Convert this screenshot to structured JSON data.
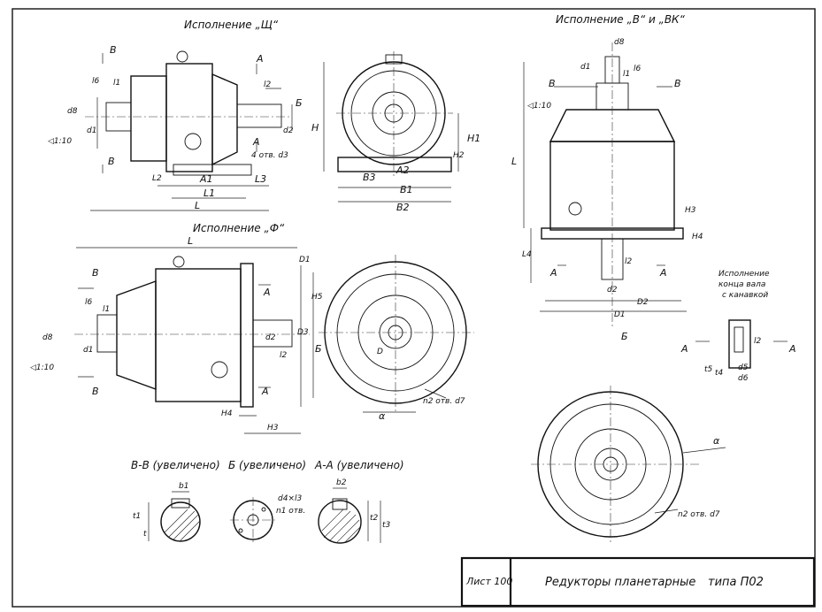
{
  "views": {
    "shch": {
      "title": "Исполнение „Щ“"
    },
    "v_vk": {
      "title": "Исполнение „В“ и „ВК“"
    },
    "f": {
      "title": "Исполнение „Ф“"
    },
    "shaft_end": {
      "title_line1": "Исполнение",
      "title_line2": "конца вала",
      "title_line3": "с канавкой"
    }
  },
  "sections": {
    "vv": "В-В (увеличено)",
    "b": "Б (увеличено)",
    "aa": "А-А (увеличено)"
  },
  "dims": {
    "shch": [
      "В",
      "В",
      "А",
      "А",
      "Б",
      "l6",
      "l1",
      "l2",
      "d8",
      "d1",
      "d2",
      "H",
      "H1",
      "H2",
      "A1",
      "A2",
      "B3",
      "B1",
      "B2",
      "L2",
      "L1",
      "L3",
      "L",
      "◁1:10",
      "4 отв. d3"
    ],
    "v_vk": [
      "d8",
      "d1",
      "l1",
      "l6",
      "В",
      "В",
      "◁1:10",
      "L",
      "H3",
      "H4",
      "L4",
      "l2",
      "А",
      "А",
      "d2",
      "D2",
      "D1",
      "Б"
    ],
    "f": [
      "L",
      "D1",
      "В",
      "В",
      "А",
      "А",
      "Б",
      "l6",
      "l1",
      "d8",
      "d1",
      "H5",
      "D3",
      "d2",
      "l2",
      "H4",
      "H3",
      "◁1:10",
      "α",
      "D",
      "n2 отв. d7"
    ],
    "sections": [
      "b1",
      "t1",
      "t",
      "d4×l3",
      "n1 отв.",
      "b2",
      "t2",
      "t3"
    ],
    "shaft_end": [
      "А",
      "А",
      "l2",
      "t5",
      "t4",
      "d5",
      "d6"
    ],
    "bottom_right": [
      "α",
      "n2 отв. d7"
    ]
  },
  "title_block": {
    "sheet": "Лист 100",
    "name": "Редукторы планетарные",
    "type": "типа П02"
  }
}
